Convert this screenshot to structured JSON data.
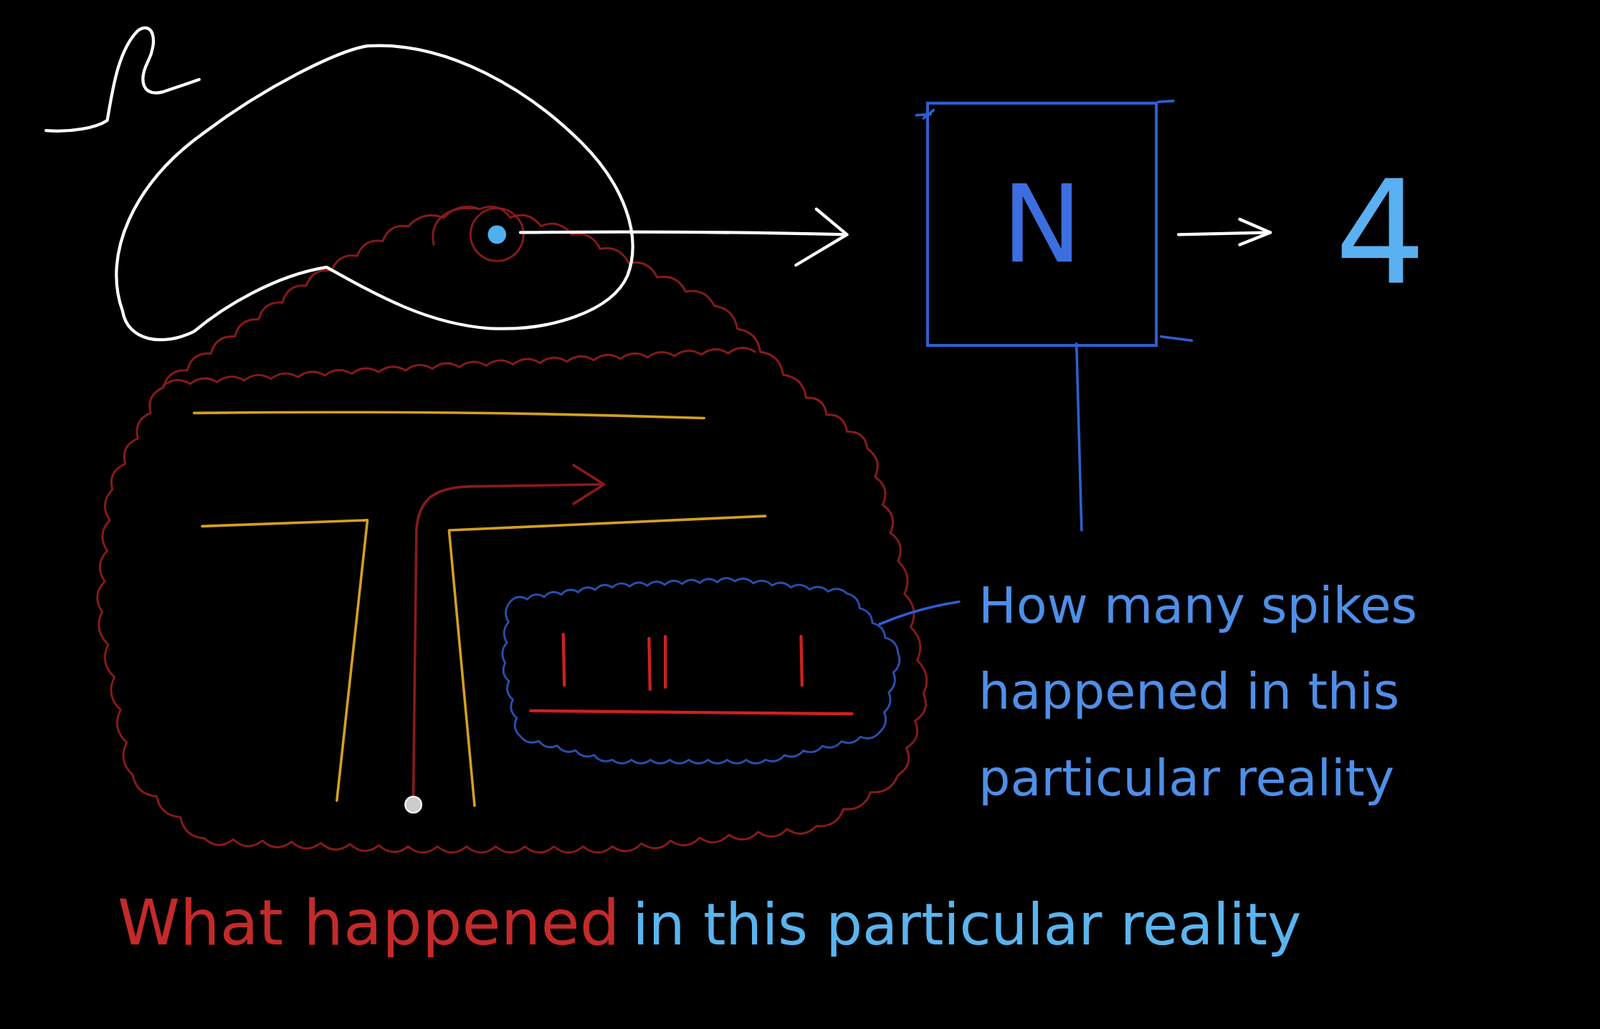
{
  "diagram": {
    "nodes": [
      {
        "text": [
          "N"
        ]
      }
    ],
    "labels": [
      "4",
      "How many spikes happened in this particular reality",
      "What happened",
      "in this particular reality"
    ]
  }
}
